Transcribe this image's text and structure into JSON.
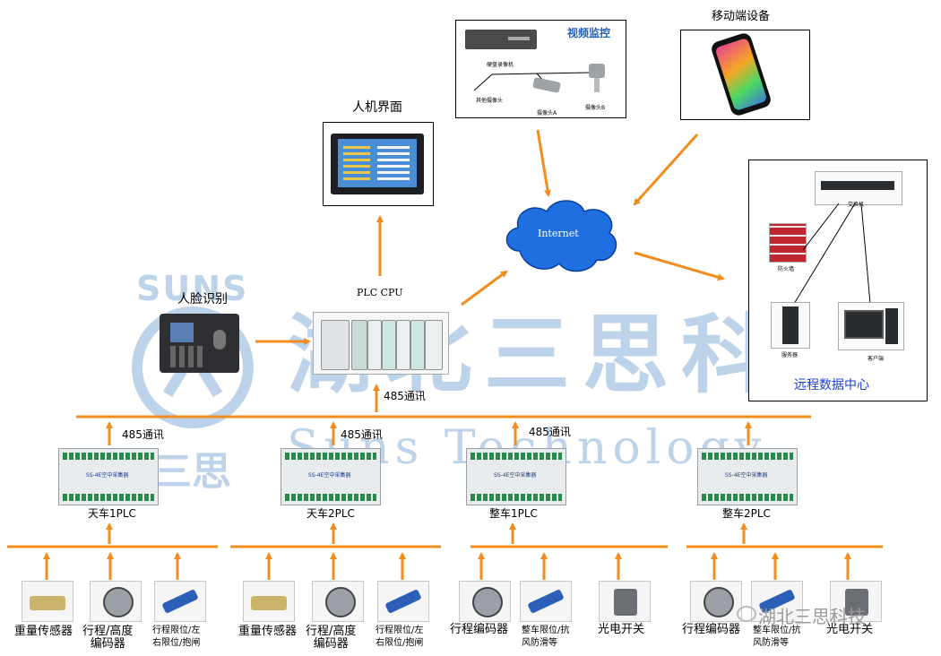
{
  "watermark": {
    "left_top": "SUNS",
    "left_bottom": "三思",
    "main_cn": "湖北三思科技",
    "main_en": "Suns Technology",
    "corner_brand": "湖北三思科技"
  },
  "nodes": {
    "face_recognition": "人脸识别",
    "hmi": "人机界面",
    "plc_cpu": "PLC CPU",
    "internet": "Internet",
    "video": {
      "title": "视频监控",
      "recorder": "硬盘录像机",
      "other_cameras": "其他摄像头",
      "camera_a": "摄像头A",
      "camera_b": "摄像头B"
    },
    "mobile": "移动端设备",
    "data_center": {
      "title": "远程数据中心",
      "switch": "交换机",
      "firewall": "防火墙",
      "server": "服务器",
      "client": "客户端"
    }
  },
  "bus": {
    "top_label": "485通讯",
    "branch_labels": [
      "485通讯",
      "485通讯",
      "485通讯"
    ]
  },
  "plcs": [
    {
      "name": "天车1PLC",
      "module_text": "SS-4E空中采集器"
    },
    {
      "name": "天车2PLC",
      "module_text": "SS-4E空中采集器"
    },
    {
      "name": "整车1PLC",
      "module_text": "SS-4E空中采集器"
    },
    {
      "name": "整车2PLC",
      "module_text": "SS-4E空中采集器"
    }
  ],
  "sensors": [
    {
      "line1": "重量传感器",
      "line2": ""
    },
    {
      "line1": "行程/高度",
      "line2": "编码器"
    },
    {
      "line1": "行程限位/左",
      "line2": "右限位/抱闸"
    },
    {
      "line1": "重量传感器",
      "line2": ""
    },
    {
      "line1": "行程/高度",
      "line2": "编码器"
    },
    {
      "line1": "行程限位/左",
      "line2": "右限位/抱闸"
    },
    {
      "line1": "行程编码器",
      "line2": ""
    },
    {
      "line1": "整车限位/抗",
      "line2": "风防滑等"
    },
    {
      "line1": "光电开关",
      "line2": ""
    },
    {
      "line1": "行程编码器",
      "line2": ""
    },
    {
      "line1": "整车限位/抗",
      "line2": "风防滑等"
    },
    {
      "line1": "光电开关",
      "line2": ""
    }
  ],
  "colors": {
    "arrow": "#f18d1f",
    "watermark": "#bcd3ea",
    "internet_cloud": "#1f6fe0",
    "video_title": "#1f5fbf",
    "data_center_title": "#1a3fd6"
  }
}
